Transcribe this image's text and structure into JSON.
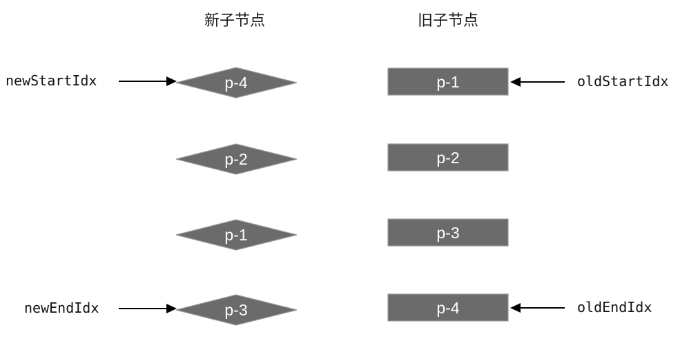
{
  "new_column": {
    "title": "新子节点",
    "nodes": [
      {
        "label": "p-4"
      },
      {
        "label": "p-2"
      },
      {
        "label": "p-1"
      },
      {
        "label": "p-3"
      }
    ]
  },
  "old_column": {
    "title": "旧子节点",
    "nodes": [
      {
        "label": "p-1"
      },
      {
        "label": "p-2"
      },
      {
        "label": "p-3"
      },
      {
        "label": "p-4"
      }
    ]
  },
  "pointers": {
    "new_start": "newStartIdx",
    "new_end": "newEndIdx",
    "old_start": "oldStartIdx",
    "old_end": "oldEndIdx"
  },
  "colors": {
    "node_fill": "#6b6b6b",
    "node_stroke": "#9a9a9a",
    "node_text": "#ffffff",
    "arrow": "#000000"
  }
}
